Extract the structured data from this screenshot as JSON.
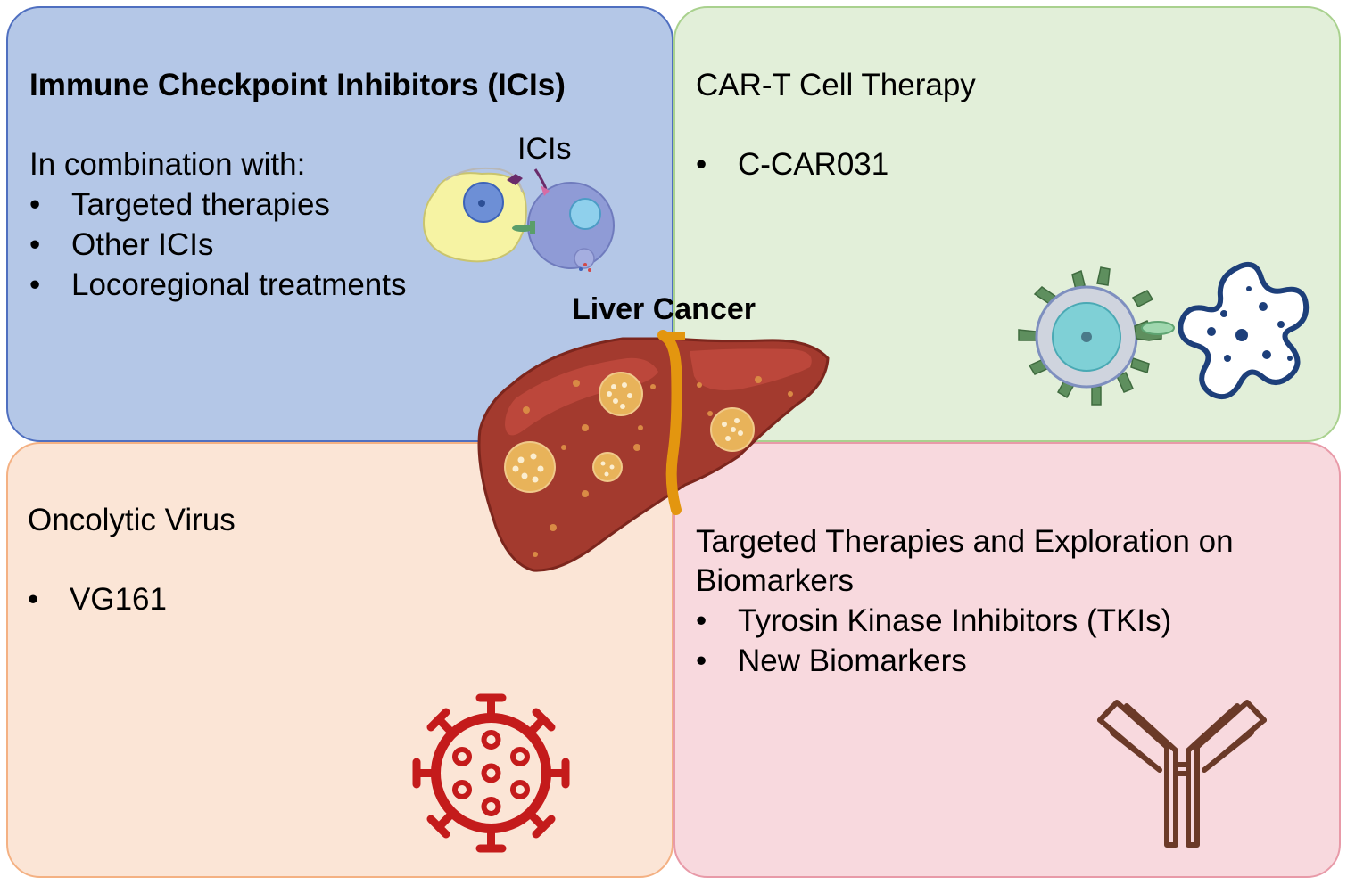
{
  "center": {
    "title": "Liver Cancer"
  },
  "ici": {
    "title": "Immune Checkpoint Inhibitors (ICIs)",
    "subtitle": "In combination with:",
    "items": [
      "Targeted therapies",
      "Other ICIs",
      "Locoregional treatments"
    ],
    "illustration_label": "ICIs"
  },
  "cart": {
    "title": "CAR-T Cell Therapy",
    "items": [
      "C-CAR031"
    ]
  },
  "ov": {
    "title": "Oncolytic Virus",
    "items": [
      "VG161"
    ]
  },
  "tt": {
    "title_line1": "Targeted Therapies and Exploration on",
    "title_line2": "Biomarkers",
    "items": [
      "Tyrosin Kinase Inhibitors (TKIs)",
      "New Biomarkers"
    ]
  },
  "colors": {
    "ici_panel": "#b4c7e7",
    "cart_panel": "#e2efd9",
    "ov_panel": "#fbe5d6",
    "tt_panel": "#f8d9de",
    "liver": "#a33a2e",
    "virus": "#c41b1b",
    "antibody": "#6b3a28",
    "cart_cell": "#1d3f7a"
  },
  "icons": [
    "immune-synapse-illustration",
    "liver-illustration",
    "car-t-cell-icon",
    "virus-icon",
    "antibody-icon"
  ]
}
